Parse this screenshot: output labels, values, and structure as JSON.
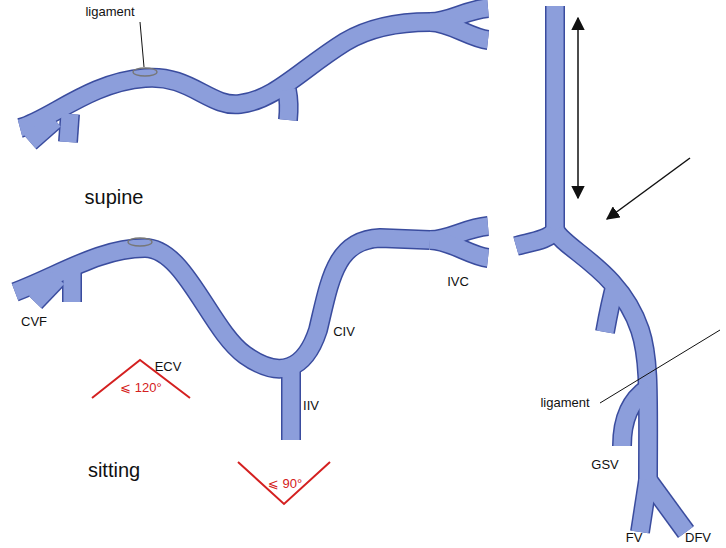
{
  "diagram": {
    "labels": [
      "ligament",
      "supine",
      "CVF",
      "ECV",
      "⩽ 120°",
      "CIV",
      "IVC",
      "IIV",
      "⩽ 90°",
      "sitting",
      "ligament",
      "GSV",
      "FV",
      "DFV"
    ]
  }
}
